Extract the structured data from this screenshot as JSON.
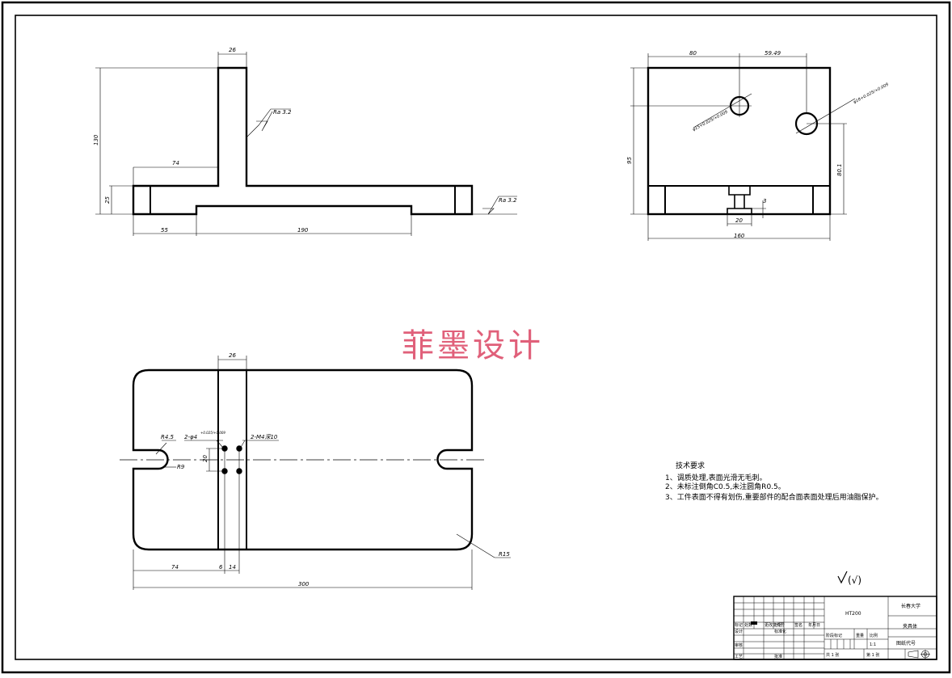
{
  "watermark": "菲墨设计",
  "front_view": {
    "dims": {
      "top_width": "26",
      "height": "130",
      "left_span": "74",
      "base_height": "25",
      "left_offset": "55",
      "slot_length": "190"
    },
    "roughness_upper": "Ra 3.2",
    "roughness_right": "Ra 3.2"
  },
  "side_view": {
    "dims": {
      "hole1_x": "80",
      "hole2_x": "59.49",
      "height": "95",
      "hole2_y": "80.1",
      "width": "160",
      "slot_width": "20",
      "slot_depth": "3"
    },
    "hole1_label": "φ15+0.025/+0.009",
    "hole2_label": "φ18+0.025/+0.009"
  },
  "top_view": {
    "dims": {
      "top_width": "26",
      "left_span": "74",
      "gap": "6",
      "pitch_x": "14",
      "total": "300",
      "pitch_y": "20"
    },
    "labels": {
      "r_slot": "R4.5",
      "r_inner": "R9",
      "pin_holes": "2-φ4",
      "pin_tol": "+0.025/+0.009",
      "threads": "2-M4深10",
      "corner": "R15"
    }
  },
  "notes": {
    "title": "技术要求",
    "items": [
      "1、调质处理,表面光滑无毛刺。",
      "2、未标注倒角C0.5,未注圆角R0.5。",
      "3、工件表面不得有划伤,重要部件的配合面表面处理后用油脂保护。"
    ]
  },
  "roughness_other": "(√)",
  "title_block": {
    "material": "HT200",
    "school": "长春大学",
    "part_name": "夹具体",
    "drawing_no": "图纸代号",
    "scale": "1:1",
    "row_labels": [
      "标记",
      "设计",
      "审核",
      "工艺"
    ],
    "small": [
      "处数",
      "分区",
      "更改文件号",
      "签名",
      "年月日",
      "标准化",
      "批准"
    ],
    "stage_labels": [
      "阶段标记",
      "重量",
      "比例"
    ],
    "sheet_info": [
      "共 1 张",
      "第 1 张"
    ]
  }
}
